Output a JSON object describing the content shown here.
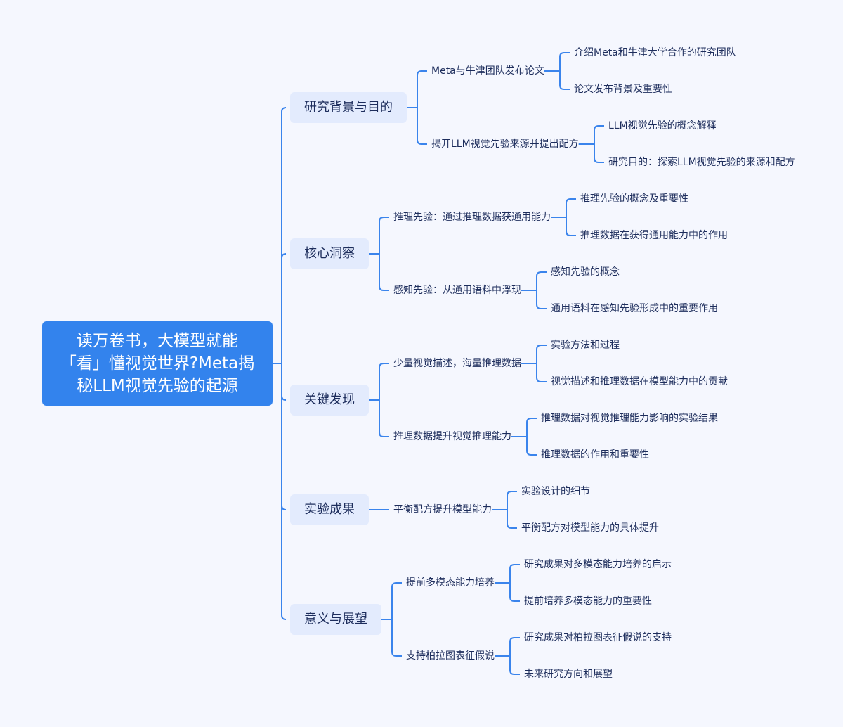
{
  "root": "读万卷书，大模型就能「看」懂视觉世界?Meta揭秘LLM视觉先验的起源",
  "branches": [
    {
      "label": "研究背景与目的",
      "children": [
        {
          "label": "Meta与牛津团队发布论文",
          "children": [
            "介绍Meta和牛津大学合作的研究团队",
            "论文发布背景及重要性"
          ]
        },
        {
          "label": "揭开LLM视觉先验来源并提出配方",
          "children": [
            "LLM视觉先验的概念解释",
            "研究目的：探索LLM视觉先验的来源和配方"
          ]
        }
      ]
    },
    {
      "label": "核心洞察",
      "children": [
        {
          "label": "推理先验：通过推理数据获通用能力",
          "children": [
            "推理先验的概念及重要性",
            "推理数据在获得通用能力中的作用"
          ]
        },
        {
          "label": "感知先验：从通用语料中浮现",
          "children": [
            "感知先验的概念",
            "通用语料在感知先验形成中的重要作用"
          ]
        }
      ]
    },
    {
      "label": "关键发现",
      "children": [
        {
          "label": "少量视觉描述，海量推理数据",
          "children": [
            "实验方法和过程",
            "视觉描述和推理数据在模型能力中的贡献"
          ]
        },
        {
          "label": "推理数据提升视觉推理能力",
          "children": [
            "推理数据对视觉推理能力影响的实验结果",
            "推理数据的作用和重要性"
          ]
        }
      ]
    },
    {
      "label": "实验成果",
      "children": [
        {
          "label": "平衡配方提升模型能力",
          "children": [
            "实验设计的细节",
            "平衡配方对模型能力的具体提升"
          ]
        }
      ]
    },
    {
      "label": "意义与展望",
      "children": [
        {
          "label": "提前多模态能力培养",
          "children": [
            "研究成果对多模态能力培养的启示",
            "提前培养多模态能力的重要性"
          ]
        },
        {
          "label": "支持柏拉图表征假说",
          "children": [
            "研究成果对柏拉图表征假说的支持",
            "未来研究方向和展望"
          ]
        }
      ]
    }
  ],
  "colors": {
    "line": "#3a84ec",
    "root": "#3383ed",
    "branch": "#e3ebfd",
    "text": "#1d2d5c"
  }
}
